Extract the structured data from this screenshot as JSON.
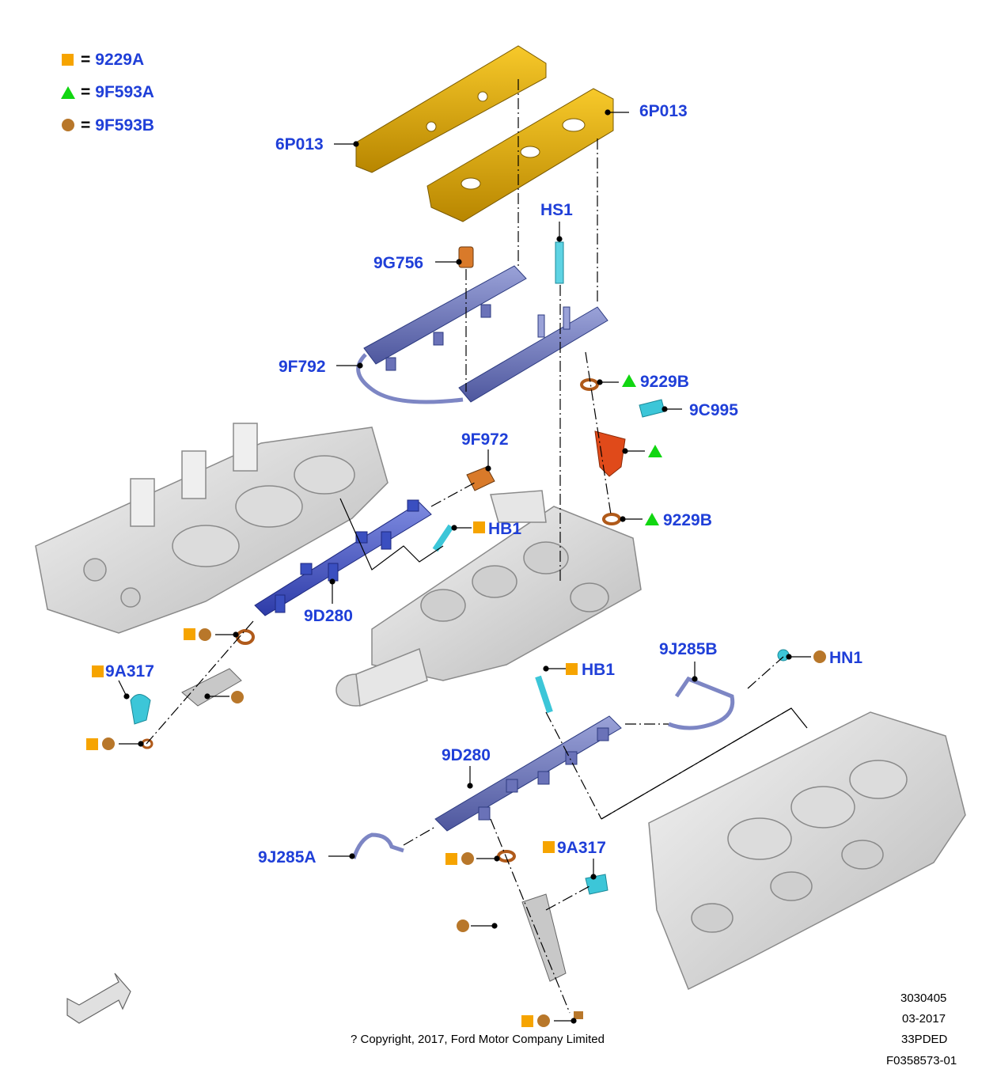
{
  "legend": [
    {
      "symbol": "square",
      "color": "#f6a400",
      "equals": "=",
      "part": "9229A"
    },
    {
      "symbol": "triangle",
      "color": "#11d611",
      "equals": "=",
      "part": "9F593A"
    },
    {
      "symbol": "circle",
      "color": "#b8772a",
      "equals": "=",
      "part": "9F593B"
    }
  ],
  "callouts": {
    "cover_left": "6P013",
    "cover_right": "6P013",
    "bolt_hs1": "HS1",
    "sensor": "9G756",
    "fuel_rail_upper": "9F792",
    "oring_upper": "9229B",
    "clip_upper": "9C995",
    "oring_lower": "9229B",
    "pressure_sensor": "9F972",
    "bolt_hb1_upper": "HB1",
    "fuel_rail_left": "9D280",
    "clip_left": "9A317",
    "line_right": "9J285B",
    "bolt_hb1_lower": "HB1",
    "nut_hn1": "HN1",
    "fuel_rail_lower": "9D280",
    "line_left": "9J285A",
    "clip_lower": "9A317"
  },
  "footer": {
    "copyright": "? Copyright, 2017, Ford Motor Company Limited",
    "doc_number": "3030405",
    "date": "03-2017",
    "code": "33PDED",
    "figure_id": "F0358573-01"
  },
  "colors": {
    "label_blue": "#1f3fd8",
    "cover_gold": "#e0a800",
    "rail_blue": "#3a4fc0",
    "rail_purple": "#6a72b8",
    "injector_red": "#e04a1a",
    "clip_cyan": "#3cc6d8",
    "metal_grey": "#d6d6d6"
  }
}
